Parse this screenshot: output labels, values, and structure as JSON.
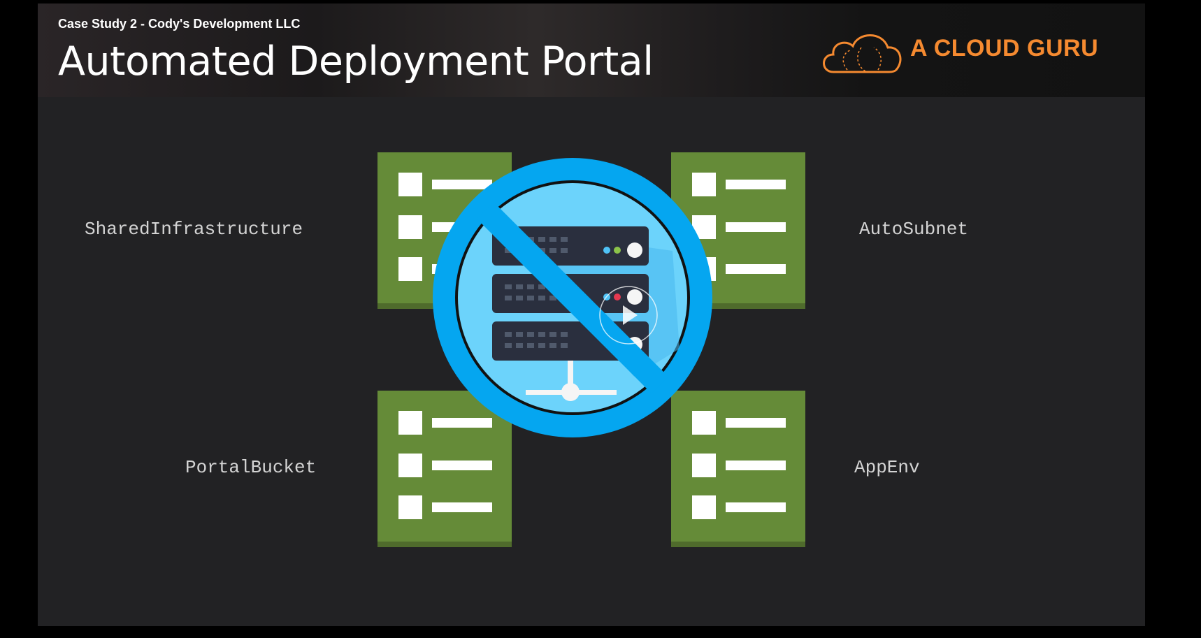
{
  "slide": {
    "subtitle": "Case Study 2 - Cody's Development LLC",
    "title": "Automated Deployment Portal",
    "brand": "A CLOUD GURU"
  },
  "stacks": {
    "shared_infrastructure": "SharedInfrastructure",
    "auto_subnet": "AutoSubnet",
    "portal_bucket": "PortalBucket",
    "app_env": "AppEnv"
  },
  "colors": {
    "stack_green": "#658b38",
    "no_sign_blue": "#05a6f0",
    "brand_orange": "#f58a30"
  },
  "icons": [
    "cloud-logo-icon",
    "stack-icon",
    "server-rack-icon",
    "prohibited-icon",
    "play-icon"
  ]
}
